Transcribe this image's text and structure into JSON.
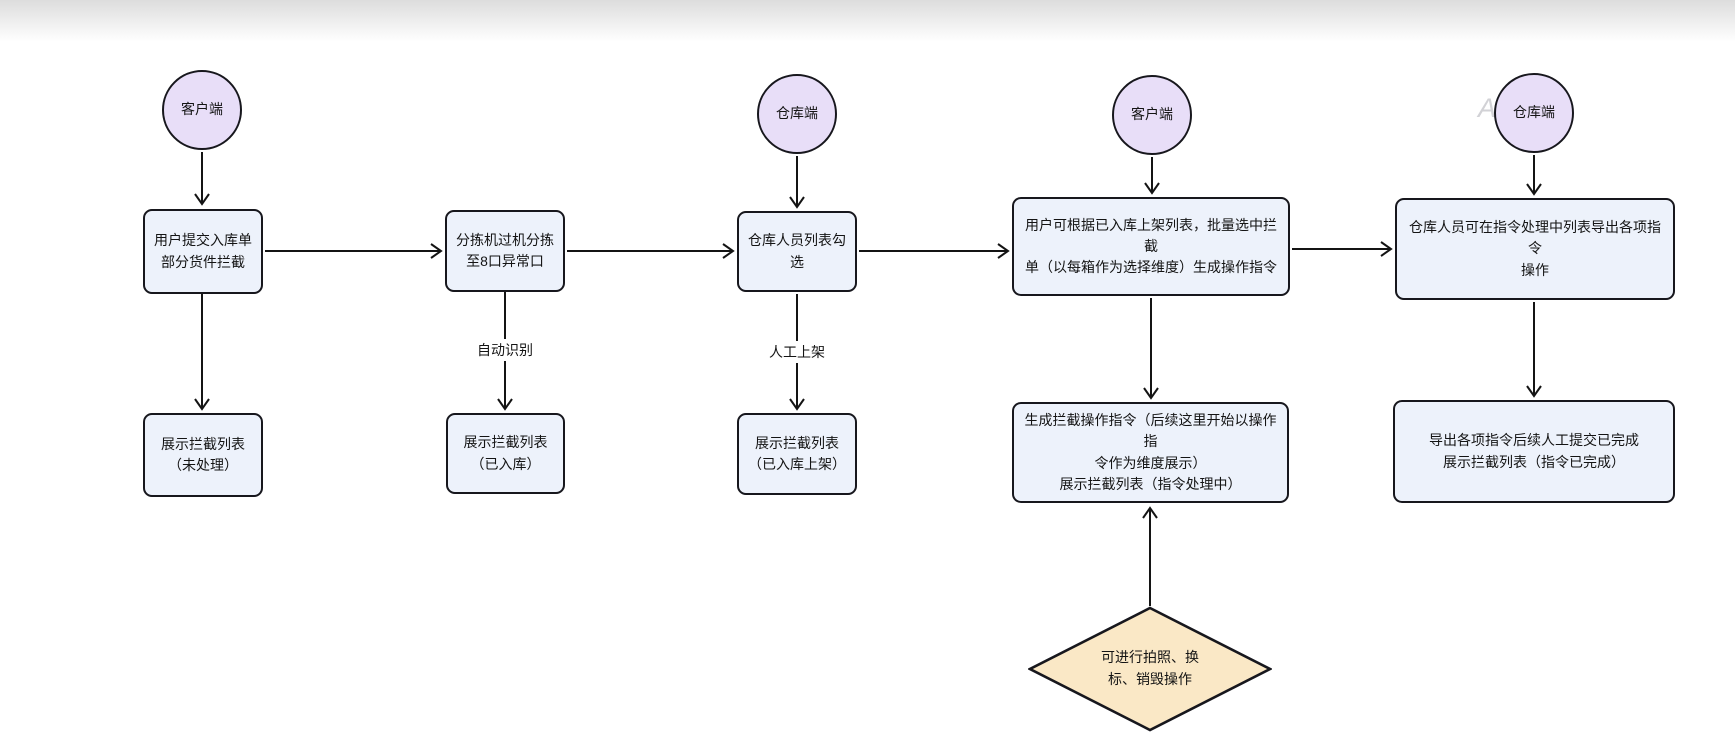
{
  "colors": {
    "box_fill": "#EDF2FB",
    "box_border": "#17171d",
    "circle_fill": "#E8DEF8",
    "diamond_fill": "#FAE8C6",
    "arrow": "#141414",
    "top_shade": "#ababab"
  },
  "watermark": "A",
  "nodes": {
    "lane1_source": {
      "label": "客户端"
    },
    "lane1_step1": {
      "label": "用户提交入库单\n部分货件拦截"
    },
    "lane1_result": {
      "label": "展示拦截列表\n（未处理）"
    },
    "lane2_step1": {
      "label": "分拣机过机分拣\n至8口异常口"
    },
    "lane2_result": {
      "label": "展示拦截列表\n（已入库）"
    },
    "lane3_source": {
      "label": "仓库端"
    },
    "lane3_step1": {
      "label": "仓库人员列表勾\n选"
    },
    "lane3_result": {
      "label": "展示拦截列表\n（已入库上架）"
    },
    "lane4_source": {
      "label": "客户端"
    },
    "lane4_step1": {
      "label": "用户可根据已入库上架列表，批量选中拦截\n单（以每箱作为选择维度）生成操作指令"
    },
    "lane4_result": {
      "label": "生成拦截操作指令（后续这里开始以操作指\n令作为维度展示）\n展示拦截列表（指令处理中）"
    },
    "lane4_note": {
      "label": "可进行拍照、换\n标、销毁操作"
    },
    "lane5_source": {
      "label": "仓库端"
    },
    "lane5_step1": {
      "label": "仓库人员可在指令处理中列表导出各项指令\n操作"
    },
    "lane5_result": {
      "label": "导出各项指令后续人工提交已完成\n展示拦截列表（指令已完成）"
    }
  },
  "edge_labels": {
    "lane2": "自动识别",
    "lane3": "人工上架"
  }
}
